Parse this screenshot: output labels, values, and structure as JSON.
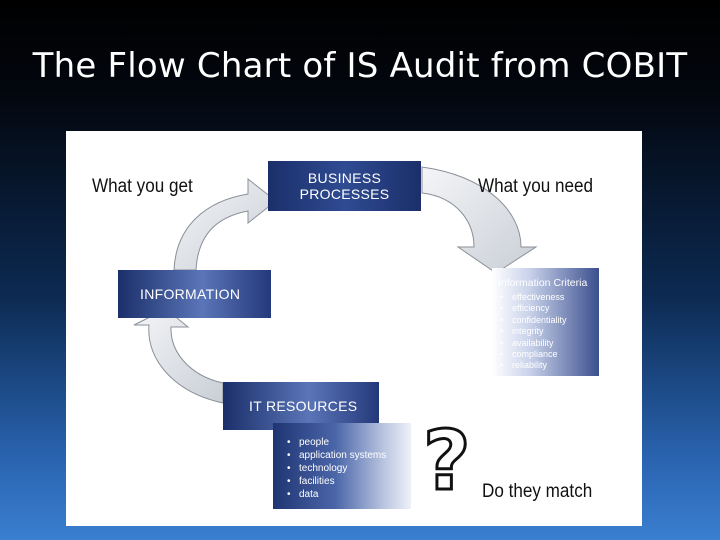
{
  "slide": {
    "title": "The Flow Chart of IS Audit from COBIT"
  },
  "diagram": {
    "what_you_get": "What you get",
    "what_you_need": "What you need",
    "do_they_match": "Do they match",
    "business_processes": {
      "line1": "BUSINESS",
      "line2": "PROCESSES"
    },
    "information": "INFORMATION",
    "it_resources": "IT RESOURCES",
    "information_criteria": {
      "title": "Information Criteria",
      "items": [
        "effectiveness",
        "efficiency",
        "confidentiality",
        "integrity",
        "availability",
        "compliance",
        "reliability"
      ]
    },
    "resources": {
      "items": [
        "people",
        "application systems",
        "technology",
        "facilities",
        "data"
      ]
    },
    "question_mark": "?"
  },
  "colors": {
    "box_blue": "#1f3573",
    "arrow_gray": "#d9dde3",
    "title_white": "#ffffff"
  }
}
